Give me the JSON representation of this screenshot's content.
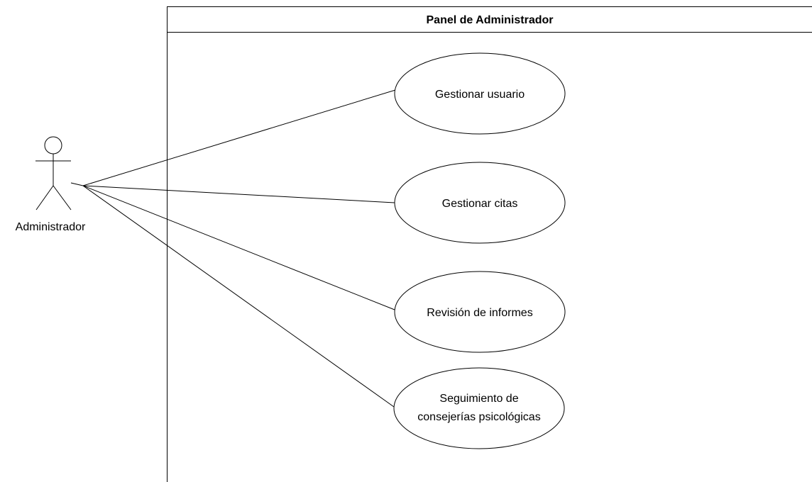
{
  "system": {
    "title": "Panel de Administrador"
  },
  "actor": {
    "name": "Administrador",
    "icon": "stick-figure-actor-icon"
  },
  "use_cases": [
    {
      "lines": [
        "Gestionar usuario"
      ]
    },
    {
      "lines": [
        "Gestionar citas"
      ]
    },
    {
      "lines": [
        "Revisión de informes"
      ]
    },
    {
      "lines": [
        "Seguimiento de",
        "consejerías psicológicas"
      ]
    }
  ],
  "colors": {
    "stroke": "#000000",
    "fill": "#ffffff"
  }
}
